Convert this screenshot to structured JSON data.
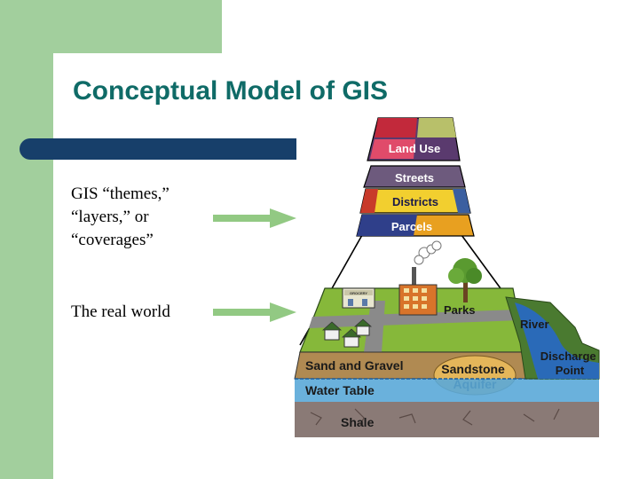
{
  "slide": {
    "title": "Conceptual Model of GIS",
    "layers_text": [
      "GIS “themes,”",
      "“layers,” or",
      "“coverages”"
    ],
    "real_world_text": "The real world"
  },
  "diagram": {
    "layers": [
      "Land Use",
      "Streets",
      "Districts",
      "Parcels"
    ],
    "surface_labels": {
      "parks": "Parks",
      "river": "River",
      "discharge_point": "Discharge\nPoint",
      "grocery": "GROCERY"
    },
    "ground_labels": {
      "sand_and_gravel": "Sand and Gravel",
      "sandstone_aquifer": "Sandstone\nAquifer",
      "water_table": "Water Table",
      "shale": "Shale"
    }
  },
  "colors": {
    "accent_green": "#a2cf9d",
    "title_teal": "#0f6b67",
    "bar_navy": "#173f6a",
    "arrow_green": "#92c983"
  }
}
